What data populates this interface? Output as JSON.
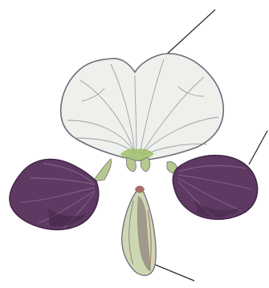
{
  "diagram": {
    "subject": "pea-flower-petals-dissected",
    "leader_count": 3,
    "parts": [
      {
        "id": "standard",
        "label": ""
      },
      {
        "id": "wing-left",
        "label": ""
      },
      {
        "id": "wing-right",
        "label": ""
      },
      {
        "id": "keel",
        "label": ""
      }
    ],
    "colors": {
      "standard_fill": "#eef0ec",
      "standard_vein": "#8d8a96",
      "standard_outline": "#6f6b7a",
      "base_green": "#9fbf6a",
      "wing_fill": "#5e3a63",
      "wing_dark": "#3f2345",
      "wing_vein": "#8c6a92",
      "claw_green": "#b7c98e",
      "keel_fill": "#cdd8b3",
      "keel_shade": "#8c7f78",
      "keel_tip": "#a46f67",
      "leader_line": "#2b2b2b"
    }
  }
}
